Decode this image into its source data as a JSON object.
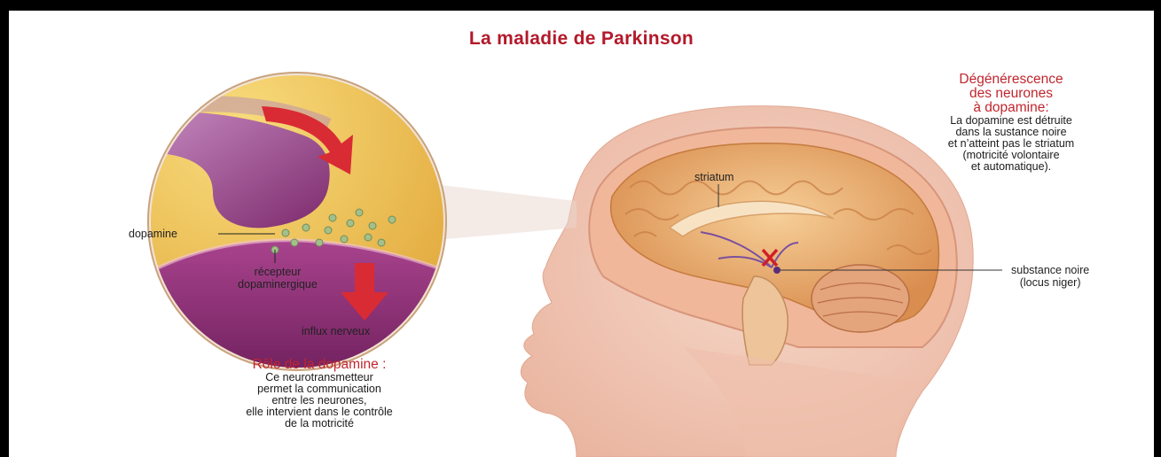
{
  "title": "La maladie de Parkinson",
  "degeneration": {
    "heading_lines": [
      "Dégénérescence",
      "des neurones",
      "à dopamine:"
    ],
    "body_lines": [
      "La dopamine est détruite",
      "dans la sustance noire",
      "et n’atteint pas le striatum",
      "(motricité volontaire",
      "et automatique)."
    ]
  },
  "role": {
    "heading": "Rôle de la dopamine :",
    "body_lines": [
      "Ce neurotransmetteur",
      "permet la communication",
      "entre les neurones,",
      "elle intervient dans le contrôle",
      "de la motricité"
    ]
  },
  "labels": {
    "dopamine": "dopamine",
    "receptor_line1": "récepteur",
    "receptor_line2": "dopaminergique",
    "nerve_impulse": "influx nerveux",
    "striatum": "striatum",
    "substance_line1": "substance noire",
    "substance_line2": "(locus niger)"
  },
  "colors": {
    "title_red": "#b3192a",
    "skin": "#f2c6b4",
    "synapse_purple": "#8e2f78",
    "arrow_red": "#d92b34"
  }
}
